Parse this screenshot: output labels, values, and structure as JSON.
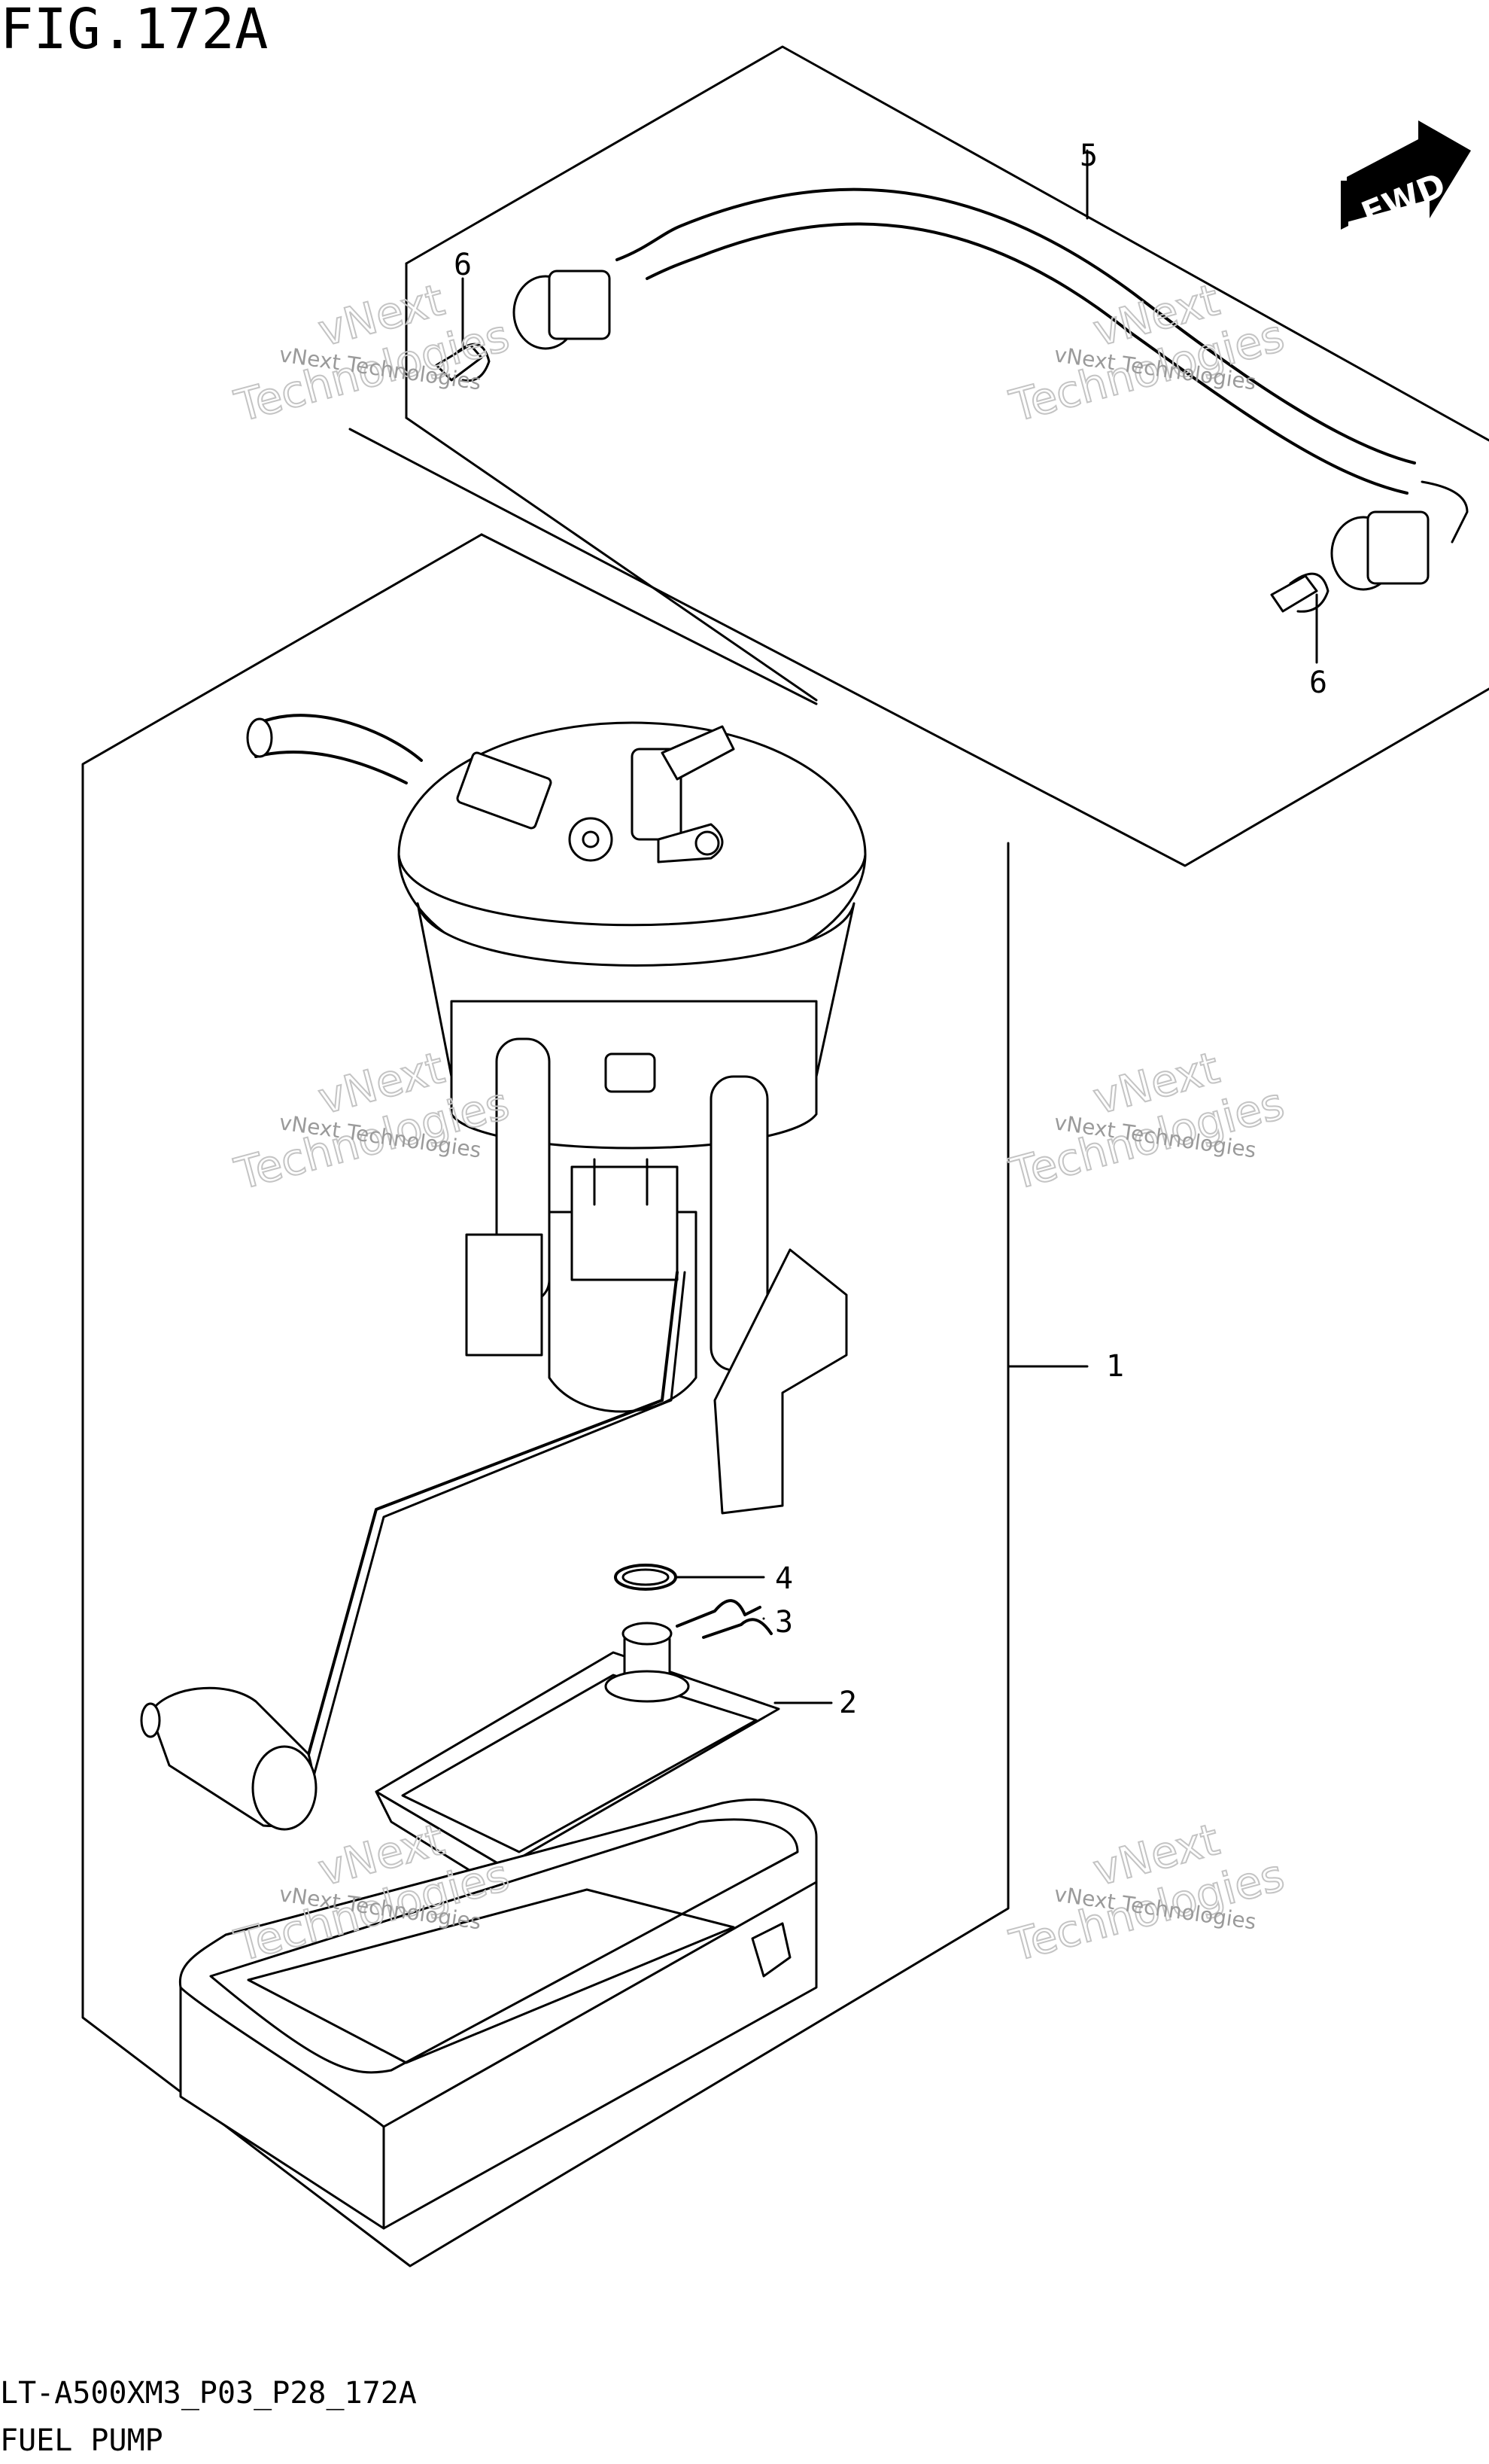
{
  "figure": {
    "title": "FIG.172A",
    "model_code": "LT-A500XM3_P03_P28_172A",
    "caption": "FUEL PUMP"
  },
  "fwd_label": "FWD",
  "callouts": [
    {
      "id": "1",
      "label": "1"
    },
    {
      "id": "2",
      "label": "2"
    },
    {
      "id": "3",
      "label": "3"
    },
    {
      "id": "4",
      "label": "4"
    },
    {
      "id": "5",
      "label": "5"
    },
    {
      "id": "6a",
      "label": "6"
    },
    {
      "id": "6b",
      "label": "6"
    }
  ],
  "watermark": {
    "line1": "vNext Technologies",
    "line2": "vNext",
    "line3": "Technologies"
  }
}
